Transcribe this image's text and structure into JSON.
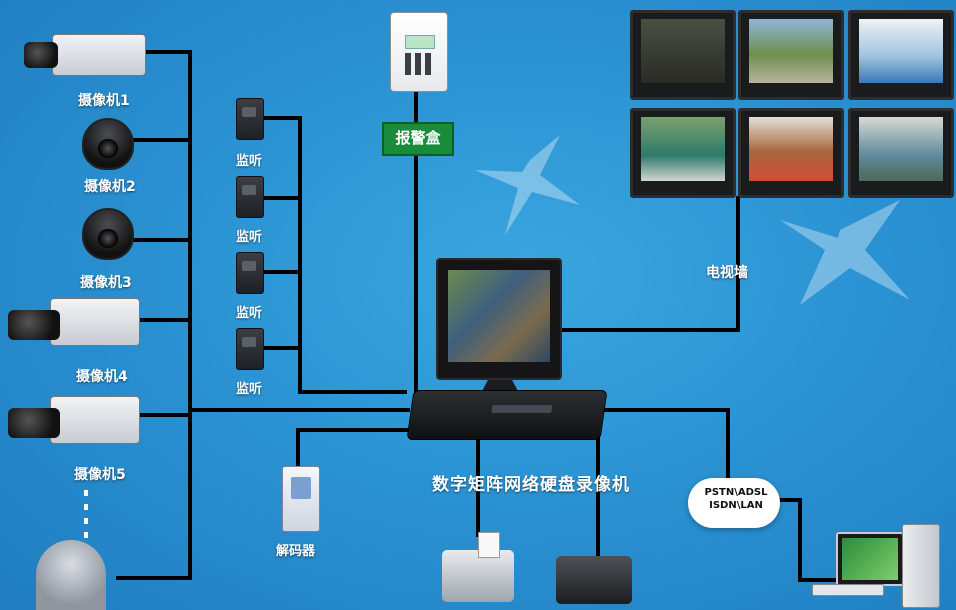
{
  "cameras": [
    {
      "label": "摄像机1"
    },
    {
      "label": "摄像机2"
    },
    {
      "label": "摄像机3"
    },
    {
      "label": "摄像机4"
    },
    {
      "label": "摄像机5"
    }
  ],
  "listeners": [
    {
      "label": "监听"
    },
    {
      "label": "监听"
    },
    {
      "label": "监听"
    },
    {
      "label": "监听"
    }
  ],
  "alarm_box": {
    "label": "报警盒"
  },
  "tv_wall": {
    "label": "电视墙"
  },
  "dvr": {
    "label": "数字矩阵网络硬盘录像机"
  },
  "decoder": {
    "label": "解码器"
  },
  "network": {
    "line1": "PSTN\\ADSL",
    "line2": "ISDN\\LAN"
  },
  "colors": {
    "background": "#2b93d3",
    "wire": "#000000",
    "alarm_label_bg": "#1a8b3a",
    "text": "#ffffff"
  }
}
